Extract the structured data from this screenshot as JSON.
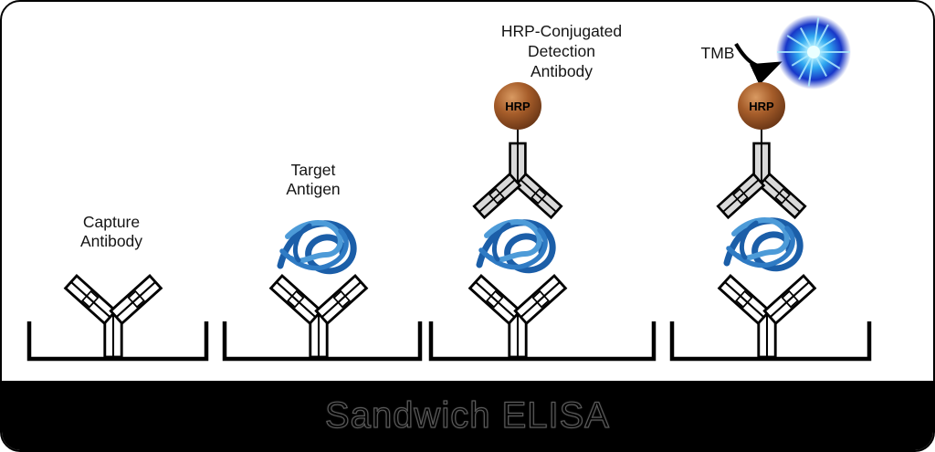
{
  "title": "Sandwich ELISA",
  "steps": [
    {
      "label_lines": [
        "Capture",
        "Antibody"
      ]
    },
    {
      "label_lines": [
        "Target",
        "Antigen"
      ]
    },
    {
      "label_lines": [
        "HRP-Conjugated",
        "Detection",
        "Antibody"
      ],
      "enzyme_label": "HRP"
    },
    {
      "substrate_label": "TMB",
      "enzyme_label": "HRP"
    }
  ],
  "colors": {
    "antigen_blue_dark": "#1b5ea8",
    "antigen_blue_light": "#4d9bd8",
    "hrp_brown": "#a65d2a",
    "detection_antibody_gray": "#d9d9d9",
    "banner_background": "#000000",
    "substrate_glow_blue": "#1736c8"
  }
}
